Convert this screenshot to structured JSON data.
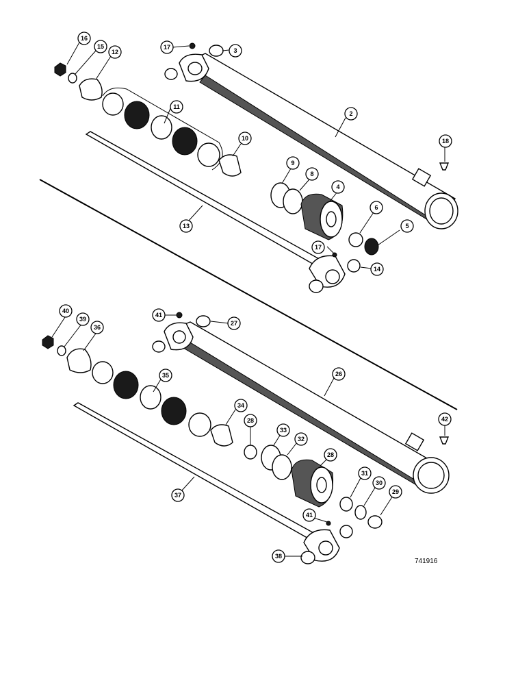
{
  "figure": {
    "ref_number": "741916",
    "upper_assembly": {
      "callouts": [
        "16",
        "15",
        "12",
        "17",
        "3",
        "11",
        "2",
        "10",
        "18",
        "9",
        "8",
        "4",
        "6",
        "5",
        "13",
        "17",
        "14"
      ]
    },
    "lower_assembly": {
      "callouts": [
        "40",
        "39",
        "36",
        "41",
        "27",
        "35",
        "26",
        "34",
        "42",
        "28",
        "33",
        "32",
        "28",
        "31",
        "30",
        "29",
        "37",
        "41",
        "38"
      ]
    }
  }
}
